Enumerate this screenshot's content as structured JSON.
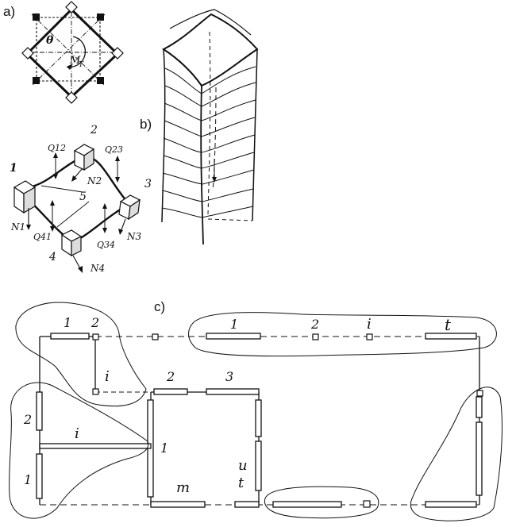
{
  "panels": {
    "a": "a)",
    "b": "b)",
    "c": "c)"
  },
  "panel_a": {
    "theta": "θ",
    "moment": "M",
    "moment_sub": "T"
  },
  "deformed_section": {
    "nodes": [
      "1",
      "2",
      "3",
      "4",
      "5"
    ],
    "shears": [
      "Q12",
      "Q23",
      "Q34",
      "Q41"
    ],
    "normals": [
      "N1",
      "N2",
      "N3",
      "N4"
    ]
  },
  "panel_c": {
    "top_left_group": [
      "1",
      "2"
    ],
    "top_left_i": "i",
    "top_right_group": [
      "1",
      "2",
      "i",
      "t"
    ],
    "left_group": [
      "2",
      "i",
      "1"
    ],
    "inner_top": [
      "2",
      "3"
    ],
    "inner_left": "1",
    "inner_bottom_m": "m",
    "inner_right_u": "u",
    "inner_right_t": "t"
  },
  "colors": {
    "ink": "#111111",
    "paper": "#ffffff"
  }
}
